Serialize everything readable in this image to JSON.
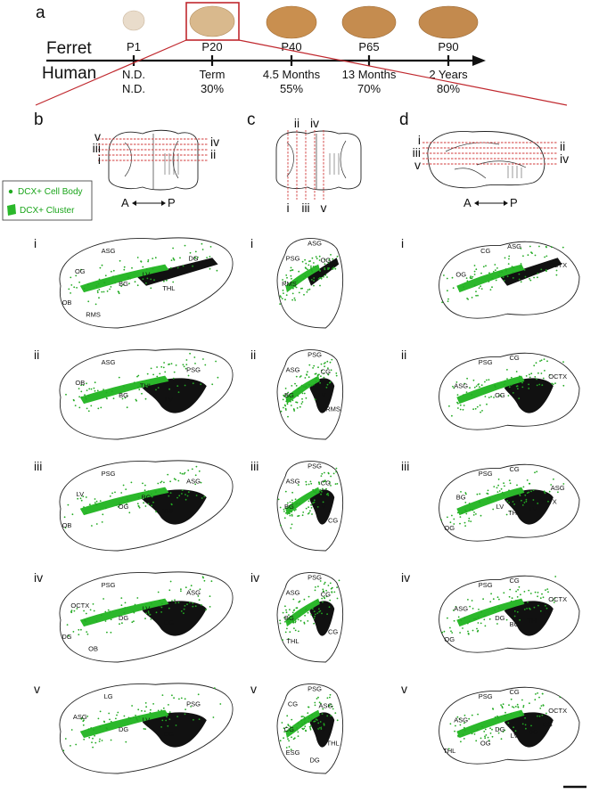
{
  "panel_letters": {
    "a": "a",
    "b": "b",
    "c": "c",
    "d": "d"
  },
  "timeline": {
    "species": [
      "Ferret",
      "Human"
    ],
    "ticks": [
      {
        "label": "P1",
        "human": "N.D.",
        "percent": "N.D."
      },
      {
        "label": "P20",
        "human": "Term",
        "percent": "30%"
      },
      {
        "label": "P40",
        "human": "4.5 Months",
        "percent": "55%"
      },
      {
        "label": "P65",
        "human": "13 Months",
        "percent": "70%"
      },
      {
        "label": "P90",
        "human": "2 Years",
        "percent": "80%"
      }
    ]
  },
  "legend": {
    "cell_body": "DCX+ Cell Body",
    "cluster": "DCX+ Cluster"
  },
  "axis": {
    "anterior": "A",
    "posterior": "P"
  },
  "orientation_labels": {
    "b": {
      "left": [
        "v",
        "iii",
        "i"
      ],
      "right": [
        "iv",
        "ii"
      ]
    },
    "c": {
      "top": [
        "ii",
        "iv"
      ],
      "bottom": [
        "i",
        "iii",
        "v"
      ]
    },
    "d": {
      "left": [
        "i",
        "iii",
        "v"
      ],
      "right": [
        "ii",
        "iv"
      ]
    }
  },
  "row_labels": [
    "i",
    "ii",
    "iii",
    "iv",
    "v"
  ],
  "sections": {
    "b": [
      [
        "ASG",
        "DG",
        "OG",
        "BG",
        "LV",
        "THL",
        "OB",
        "RMS"
      ],
      [
        "ASG",
        "PSG",
        "OB",
        "BG",
        "THL",
        "LV"
      ],
      [
        "PSG",
        "ASG",
        "LV",
        "OG",
        "BG",
        "THL",
        "OB"
      ],
      [
        "PSG",
        "ASG",
        "OCTX",
        "DG",
        "LV",
        "OG",
        "DG",
        "OB"
      ],
      [
        "LG",
        "PSG",
        "ASG",
        "DG",
        "LV",
        "OG"
      ]
    ],
    "c": [
      [
        "ASG",
        "PSG",
        "OG",
        "RMS"
      ],
      [
        "PSG",
        "ASG",
        "CG",
        "BG",
        "LV",
        "RMS"
      ],
      [
        "PSG",
        "ASG",
        "CG",
        "BG",
        "LV",
        "CG"
      ],
      [
        "PSG",
        "ASG",
        "CG",
        "BG",
        "LV",
        "CG",
        "THL"
      ],
      [
        "PSG",
        "CG",
        "ASG",
        "CG",
        "LV",
        "THL",
        "ESG",
        "DG"
      ]
    ],
    "d": [
      [
        "CG",
        "ASG",
        "OCTX",
        "OG"
      ],
      [
        "PSG",
        "CG",
        "OCTX",
        "ASG",
        "OG"
      ],
      [
        "PSG",
        "CG",
        "ASG",
        "BG",
        "LV",
        "THL",
        "LV",
        "OCTX",
        "OG"
      ],
      [
        "PSG",
        "CG",
        "OCTX",
        "ASG",
        "DG",
        "BG",
        "THL",
        "LV",
        "OG"
      ],
      [
        "PSG",
        "CG",
        "OCTX",
        "ASG",
        "DG",
        "LV",
        "DG",
        "BG",
        "THL",
        "OG"
      ]
    ]
  },
  "colors": {
    "green": "#22aa22",
    "black": "#111111",
    "red": "#c0282e"
  }
}
